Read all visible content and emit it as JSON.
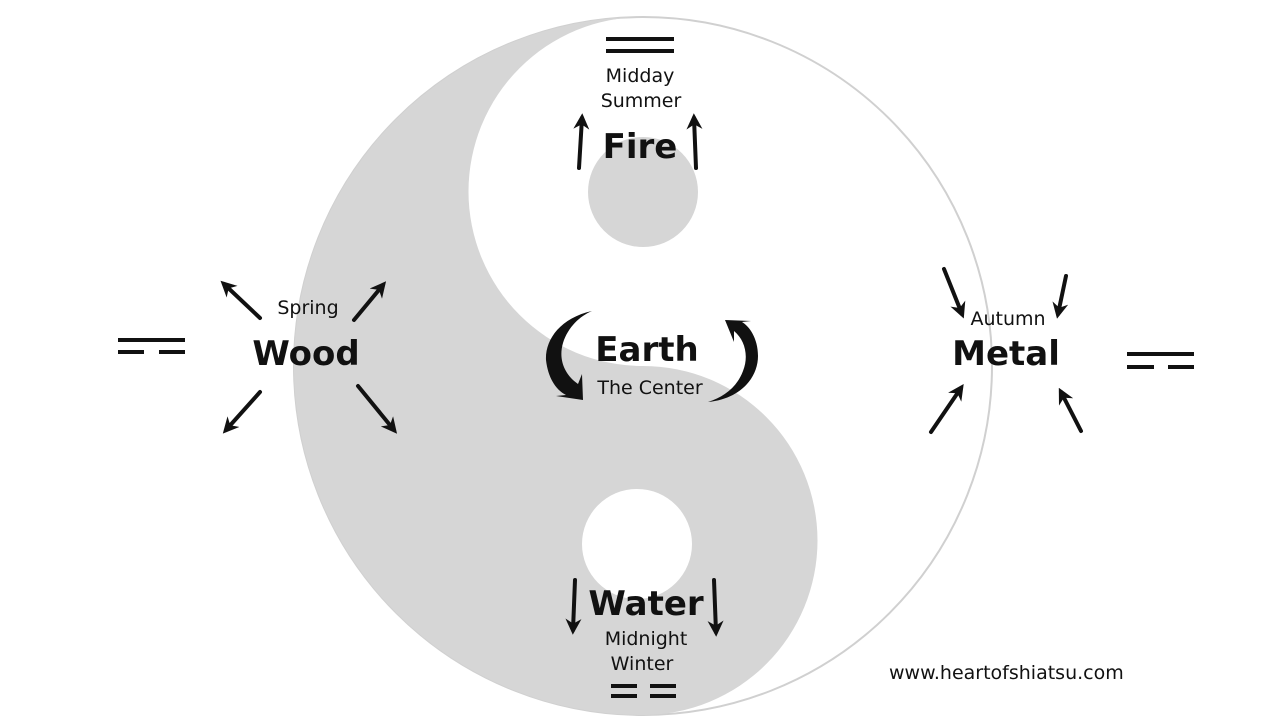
{
  "elements": {
    "fire": {
      "name": "Fire",
      "line1": "Midday",
      "line2": "Summer"
    },
    "earth": {
      "name": "Earth",
      "sub": "The Center"
    },
    "wood": {
      "name": "Wood",
      "season": "Spring"
    },
    "metal": {
      "name": "Metal",
      "season": "Autumn"
    },
    "water": {
      "name": "Water",
      "line1": "Midnight",
      "line2": "Winter"
    }
  },
  "footer": {
    "url": "www.heartofshiatsu.com"
  },
  "colors": {
    "yin": "#d6d6d6",
    "yang": "#ffffff",
    "ink": "#111111",
    "outline": "#d0d0d0"
  },
  "icons": [
    "yin-yang-symbol",
    "arrow-up-icon",
    "arrow-down-icon",
    "arrow-outward-icon",
    "arrow-inward-icon",
    "circular-arrow-icon",
    "trigram-lines-icon"
  ]
}
